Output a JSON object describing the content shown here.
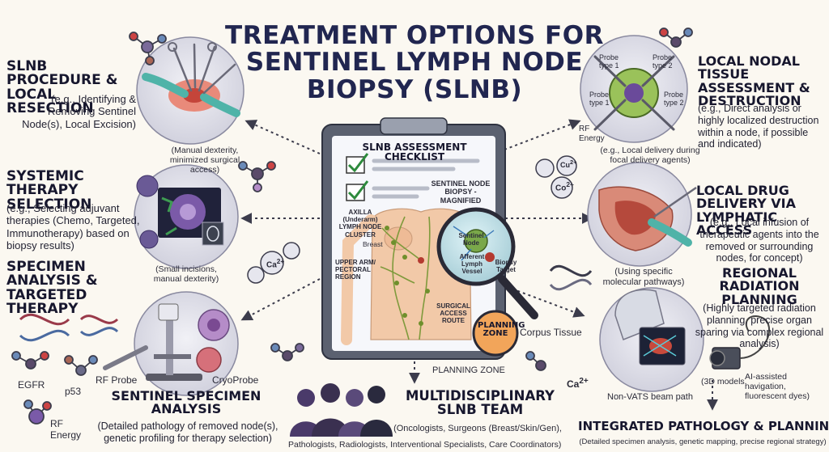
{
  "title": "TREATMENT OPTIONS FOR SENTINEL LYMPH NODE BIOPSY (SLNB)",
  "colors": {
    "accent": "#212650",
    "circle_fill": "#e4e4ec",
    "arrow": "#3c3c4c",
    "zone": "#f2a55a",
    "lymph": "#7f9a3c",
    "skin": "#f2c9a8"
  },
  "panels": {
    "slnb_procedure": {
      "title": "SLNB PROCEDURE & LOCAL RESECTION",
      "desc": "(e.g., Identifying & Removing Sentinel Node(s), Local Excision)",
      "note": "(Manual dexterity, minimized surgical access)"
    },
    "systemic": {
      "title": "SYSTEMIC THERAPY SELECTION",
      "desc": "(e.g., Selecting adjuvant therapies (Chemo, Targeted, Immunotherapy) based on biopsy results)",
      "note": "(Small incisions, manual dexterity)"
    },
    "specimen": {
      "title": "SPECIMEN ANALYSIS & TARGETED THERAPY"
    },
    "sentinel_specimen": {
      "title": "SENTINEL SPECIMEN ANALYSIS",
      "desc": "(Detailed pathology of removed node(s), genetic profiling for therapy selection)",
      "rf_probe": "RF Probe",
      "cryo_probe": "CryoProbe"
    },
    "local_nodal": {
      "title": "LOCAL NODAL TISSUE ASSESSMENT & DESTRUCTION",
      "desc": "(e.g., Direct analysis or highly localized destruction within a node, if possible and indicated)",
      "rf_energy": "RF Energy",
      "note": "(e.g., Local delivery during focal delivery agents)",
      "probe1": "Probe type 1",
      "probe2": "Probe type 2"
    },
    "local_drug": {
      "title": "LOCAL DRUG DELIVERY VIA LYMPHATIC ACCESS",
      "desc": "(e.g., Local infusion of therapeutic agents into the removed or surrounding nodes, for concept)",
      "note": "(Using specific molecular pathways)"
    },
    "radiation": {
      "title": "REGIONAL RADIATION PLANNING",
      "desc": "(Highly targeted radiation planning, precise organ sparing via complex regional analysis)",
      "note1": "(3D models,",
      "note2": "AI-assisted navigation, fluorescent dyes)",
      "beam": "Non-VATS beam path"
    },
    "team": {
      "title": "MULTIDISCIPLINARY SLNB TEAM",
      "desc1": "(Oncologists, Surgeons (Breast/Skin/Gen),",
      "desc2": "Pathologists, Radiologists, Interventional Specialists, Care Coordinators)"
    },
    "integrated": {
      "title": "INTEGRATED PATHOLOGY & PLANNING",
      "desc": "(Detailed specimen analysis, genetic mapping, precise regional strategy)"
    }
  },
  "checklist": {
    "title": "SLNB ASSESSMENT CHECKLIST",
    "magnified": "SENTINEL NODE BIOPSY - MAGNIFIED",
    "axilla": "AXILLA (Underarm) LYMPH NODE CLUSTER",
    "breast": "Breast",
    "upper_arm": "UPPER ARM/ PECTORAL REGION",
    "surgical_route": "SURGICAL ACCESS ROUTE",
    "sentinel_node": "Sentinel Node",
    "afferent": "Afferent Lymph Vessel",
    "biopsy_target": "Biopsy Target",
    "planning_zone": "PLANNING ZONE",
    "corpus": "Corpus Tissue",
    "planning_zone_label": "PLANNING ZONE"
  },
  "molecules": {
    "egfr": "EGFR",
    "p53": "p53",
    "rf_energy": "RF Energy",
    "ca2": "Ca",
    "ca_sup": "2+",
    "co2": "Co",
    "co_sup": "2+",
    "cu2": "Cu",
    "cu_sup": "2+"
  }
}
